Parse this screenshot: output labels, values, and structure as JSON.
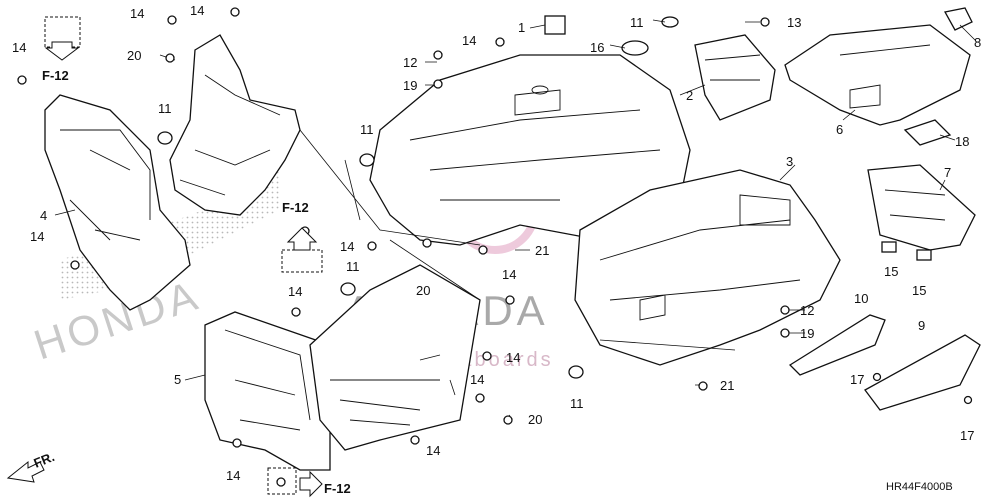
{
  "diagram": {
    "code": "HR44F4000B",
    "direction_label": "FR.",
    "brand_watermark": "HONDA",
    "dealer_watermark": "ARMADA",
    "dealer_tagline": "marine outboards",
    "ref_labels": [
      "F-12",
      "F-12",
      "F-12"
    ],
    "callouts": {
      "c1": "1",
      "c2": "2",
      "c3": "3",
      "c4": "4",
      "c5": "5",
      "c6": "6",
      "c7": "7",
      "c8": "8",
      "c9": "9",
      "c10": "10",
      "c11a": "11",
      "c11b": "11",
      "c11c": "11",
      "c11d": "11",
      "c11e": "11",
      "c12a": "12",
      "c12b": "12",
      "c13": "13",
      "c14a": "14",
      "c14b": "14",
      "c14c": "14",
      "c14d": "14",
      "c14e": "14",
      "c14f": "14",
      "c14g": "14",
      "c14h": "14",
      "c14i": "14",
      "c14j": "14",
      "c14k": "14",
      "c14l": "14",
      "c15a": "15",
      "c15b": "15",
      "c16": "16",
      "c17a": "17",
      "c17b": "17",
      "c18": "18",
      "c19a": "19",
      "c19b": "19",
      "c20a": "20",
      "c20b": "20",
      "c20c": "20",
      "c21a": "21",
      "c21b": "21"
    }
  }
}
